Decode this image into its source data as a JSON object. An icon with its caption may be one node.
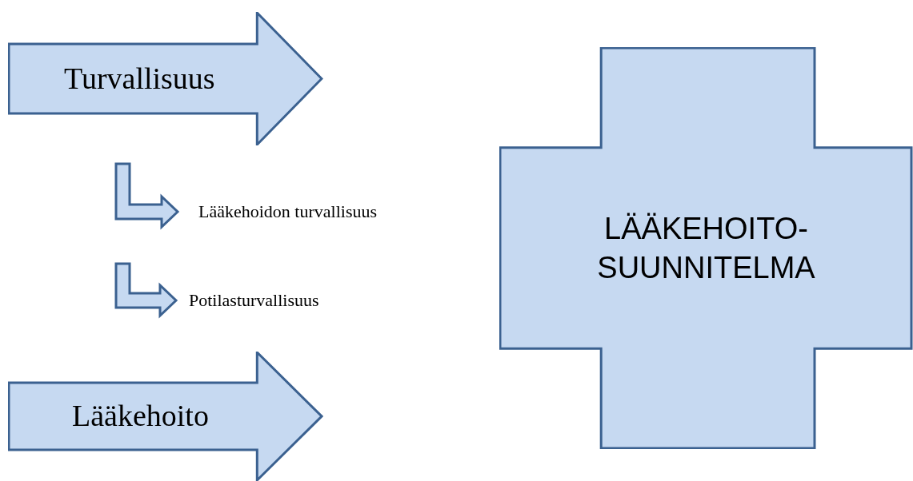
{
  "diagram": {
    "nodes": [
      {
        "text": [
          "Turvallisuus"
        ]
      },
      {
        "text": [
          "Lääkehoidon turvallisuus"
        ]
      },
      {
        "text": [
          "Potilasturvallisuus"
        ]
      },
      {
        "text": [
          "Lääkehoito"
        ]
      },
      {
        "text": [
          "LÄÄKEHOITO- SUUNNITELMA"
        ]
      }
    ],
    "edges": [
      {
        "from": null,
        "to": 1,
        "arrow": "to"
      },
      {
        "from": null,
        "to": 2,
        "arrow": "to"
      }
    ]
  }
}
